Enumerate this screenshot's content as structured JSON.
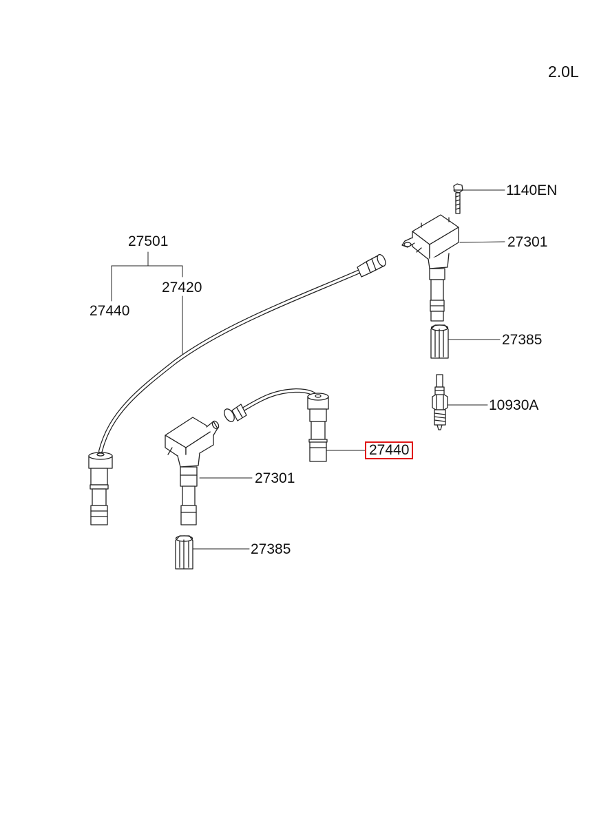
{
  "engine_label": "2.0L",
  "highlight_color": "#e01818",
  "callouts": {
    "bolt": "1140EN",
    "coil_rear": "27301",
    "cable_set": "27501",
    "cable_long": "27420",
    "cable_short_left": "27440",
    "boot_rear": "27385",
    "spark_plug": "10930A",
    "cable_short_selected": "27440",
    "coil_front": "27301",
    "boot_front": "27385"
  }
}
